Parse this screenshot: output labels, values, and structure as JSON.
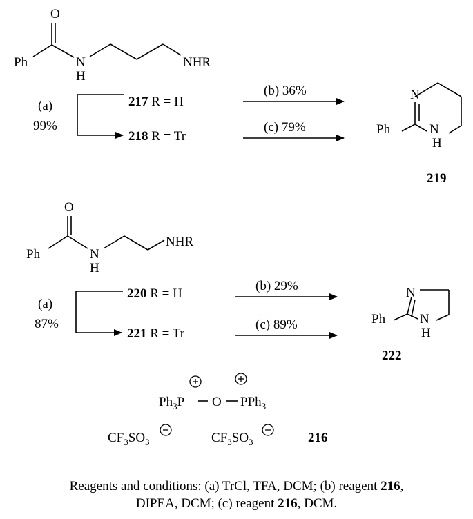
{
  "scheme1": {
    "start": {
      "O": "O",
      "Ph": "Ph",
      "N": "N",
      "H": "H",
      "NHR": "NHR"
    },
    "step_a": {
      "label": "(a)",
      "yield": "99%"
    },
    "cmpd_217": {
      "num": "217",
      "r": " R = H"
    },
    "cmpd_218": {
      "num": "218",
      "r": " R = Tr"
    },
    "arrow_b": "(b) 36%",
    "arrow_c": "(c) 79%",
    "product": {
      "N": "N",
      "Ph": "Ph",
      "NH_N": "N",
      "H": "H",
      "num": "219"
    }
  },
  "scheme2": {
    "start": {
      "O": "O",
      "Ph": "Ph",
      "N": "N",
      "H": "H",
      "NHR": "NHR"
    },
    "step_a": {
      "label": "(a)",
      "yield": "87%"
    },
    "cmpd_220": {
      "num": "220",
      "r": " R = H"
    },
    "cmpd_221": {
      "num": "221",
      "r": " R = Tr"
    },
    "arrow_b": "(b) 29%",
    "arrow_c": "(c) 89%",
    "product": {
      "N": "N",
      "Ph": "Ph",
      "NH_N": "N",
      "H": "H",
      "num": "222"
    }
  },
  "reagent": {
    "ph3p": "Ph",
    "ph3p_sub": "3",
    "ph3p_p": "P",
    "o": "O",
    "pph3": "PPh",
    "pph3_sub": "3",
    "plus": "+",
    "minus": "−",
    "triflate_cf": "CF",
    "triflate_cf_sub": "3",
    "triflate_so": "SO",
    "triflate_so_sub": "3",
    "num": "216"
  },
  "caption": {
    "line1_a": "Reagents and conditions: (a) TrCl, TFA, DCM; (b) reagent ",
    "line1_b": "216",
    "line1_c": ",",
    "line2_a": "DIPEA, DCM; (c) reagent ",
    "line2_b": "216",
    "line2_c": ", DCM."
  }
}
